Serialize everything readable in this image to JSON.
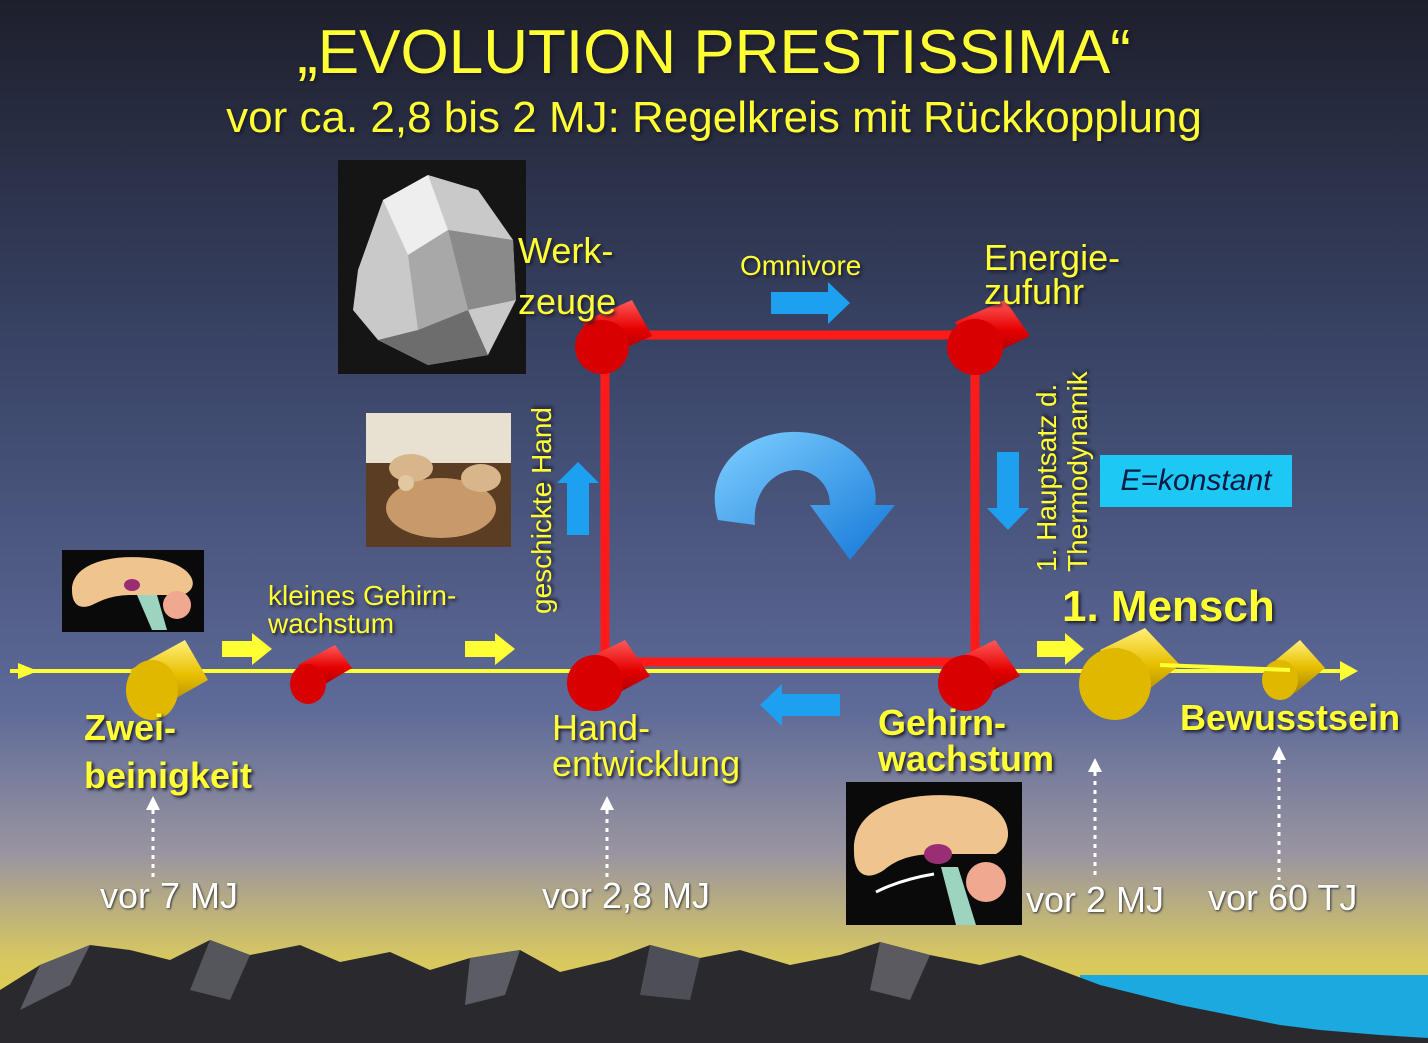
{
  "title": "„EVOLUTION PRESTISSIMA“",
  "subtitle": "vor ca. 2,8 bis 2 MJ: Regelkreis mit Rückkopplung",
  "loop": {
    "top_left": [
      "Werk-",
      "zeuge"
    ],
    "top_right": [
      "Energie-",
      "zufuhr"
    ],
    "top_arrow": "Omnivore",
    "left_side": "geschickte Hand",
    "right_side": [
      "1. Hauptsatz d.",
      "Thermodynamik"
    ],
    "equation": "E=konstant",
    "bottom_left": [
      "Hand-",
      "entwicklung"
    ],
    "bottom_right": [
      "Gehirn-",
      "wachstum"
    ]
  },
  "timeline": {
    "bipedal": [
      "Zwei-",
      "beinigkeit"
    ],
    "small_growth": [
      "kleines Gehirn-",
      "wachstum"
    ],
    "first_human": "1. Mensch",
    "consciousness": "Bewusstsein",
    "dates": [
      "vor 7 MJ",
      "vor 2,8 MJ",
      "vor 2 MJ",
      "vor 60 TJ"
    ]
  },
  "colors": {
    "accent_yellow": "#ffff33",
    "loop_red": "#ff1a1a",
    "arrow_blue": "#1ea0f0",
    "cylinder_gold": "#e8c000"
  },
  "icons": [
    "stone-tool-photo",
    "hands-stone-photo",
    "brain-diagram-small",
    "brain-diagram-large",
    "cycle-arrow-icon"
  ]
}
